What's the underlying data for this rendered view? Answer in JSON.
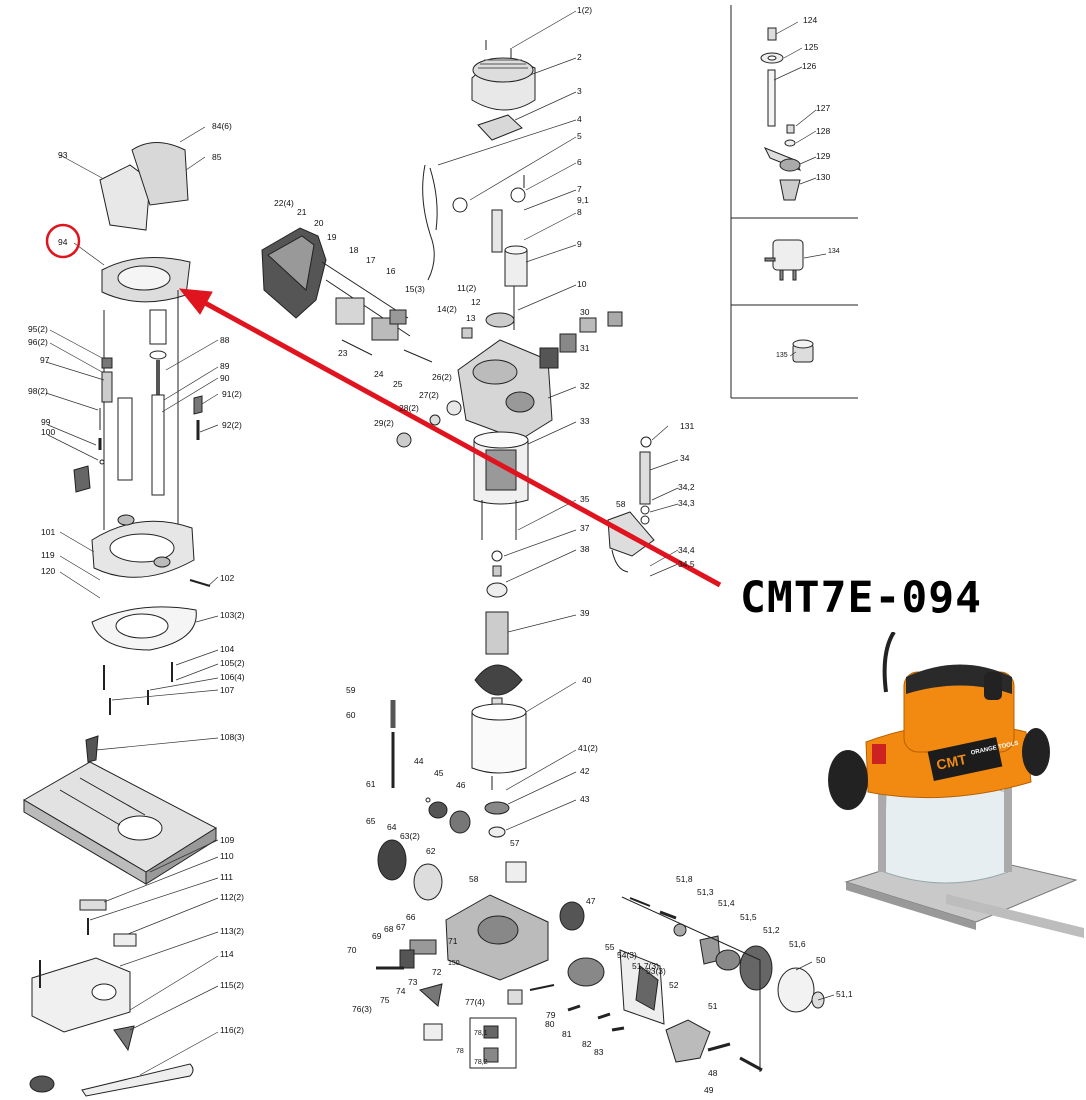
{
  "model_code": "CMT7E-094",
  "highlight_color": "#e0141e",
  "highlighted_part": "94",
  "photo": {
    "brand_badge": "CMT",
    "brand_sub": "ORANGE TOOLS",
    "body_color": "#f28a12"
  },
  "part_labels": [
    "1(2)",
    "2",
    "3",
    "4",
    "5",
    "6",
    "7",
    "9,1",
    "8",
    "9",
    "10",
    "11(2)",
    "12",
    "13",
    "14(2)",
    "15(3)",
    "16",
    "17",
    "18",
    "19",
    "20",
    "21",
    "22(4)",
    "23",
    "24",
    "25",
    "26(2)",
    "27(2)",
    "28(2)",
    "29(2)",
    "30",
    "31",
    "32",
    "33",
    "34",
    "34,2",
    "34,3",
    "34,4",
    "34,5",
    "35",
    "37",
    "38",
    "39",
    "40",
    "41(2)",
    "42",
    "43",
    "44",
    "45",
    "46",
    "47",
    "48",
    "49",
    "50",
    "51",
    "51,1",
    "51,2",
    "51,3",
    "51,4",
    "51,5",
    "51,6",
    "51,7(3)",
    "51,8",
    "52",
    "53(3)",
    "54(3)",
    "55",
    "57",
    "58",
    "58",
    "59",
    "60",
    "61",
    "62",
    "63(2)",
    "64",
    "65",
    "66",
    "67",
    "68",
    "69",
    "70",
    "71",
    "72",
    "73",
    "74",
    "75",
    "76(3)",
    "77(4)",
    "78",
    "78,1",
    "78,2",
    "79",
    "80",
    "81",
    "82",
    "83",
    "84(6)",
    "85",
    "88",
    "89",
    "90",
    "91(2)",
    "92(2)",
    "93",
    "94",
    "95(2)",
    "96(2)",
    "97",
    "98(2)",
    "99",
    "100",
    "101",
    "102",
    "103(2)",
    "104",
    "105(2)",
    "106(4)",
    "107",
    "108(3)",
    "109",
    "110",
    "111",
    "112(2)",
    "113(2)",
    "114",
    "115(2)",
    "116(2)",
    "119",
    "120",
    "124",
    "125",
    "126",
    "127",
    "128",
    "129",
    "130",
    "131",
    "134",
    "135",
    "150"
  ]
}
